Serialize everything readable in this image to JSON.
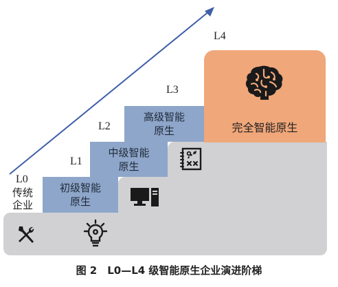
{
  "levels": {
    "l0": {
      "label": "L0",
      "name": "传统\n企业"
    },
    "l1": {
      "label": "L1",
      "name": "初级智能\n原生"
    },
    "l2": {
      "label": "L2",
      "name": "中级智能\n原生"
    },
    "l3": {
      "label": "L3",
      "name": "高级智能\n原生"
    },
    "l4": {
      "label": "L4",
      "name": "完全智能原生"
    }
  },
  "icons": [
    "tools-icon",
    "lightbulb-gear-icon",
    "computer-icon",
    "strategy-board-icon",
    "brain-icon"
  ],
  "colors": {
    "step_gray": "#d1d1d3",
    "step_blue": "#8ea6c9",
    "top_orange": "#f0a77a",
    "arrow": "#3f5ea8"
  },
  "caption": "图 2　L0—L4 级智能原生企业演进阶梯"
}
